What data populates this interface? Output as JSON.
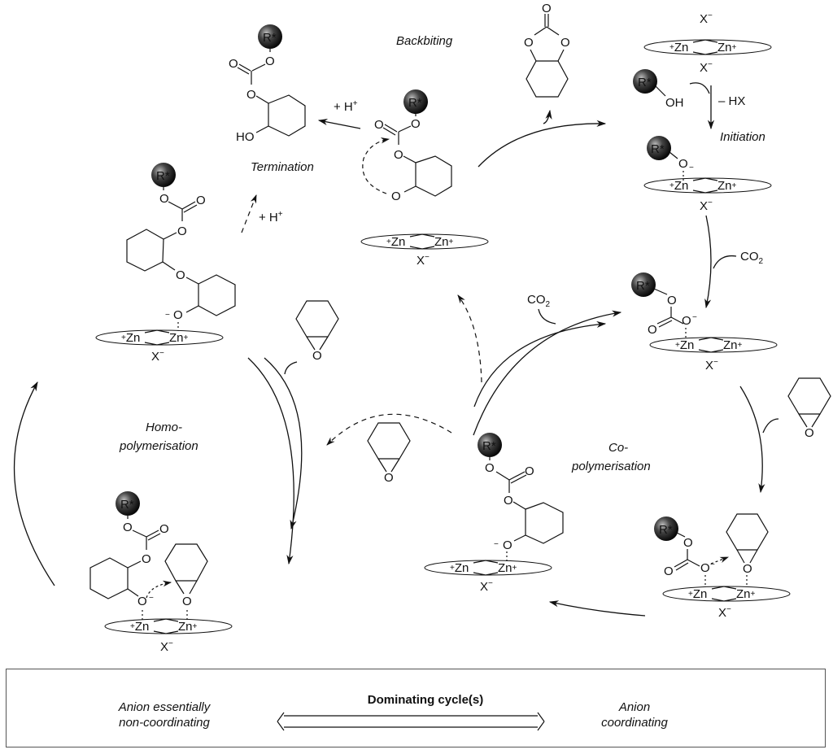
{
  "diagram": {
    "type": "catalytic cycle scheme",
    "labels": {
      "backbiting": "Backbiting",
      "termination": "Termination",
      "initiation": "Initiation",
      "homopolymerisation_line1": "Homo-",
      "homopolymerisation_line2": "polymerisation",
      "copolymerisation_line1": "Co-",
      "copolymerisation_line2": "polymerisation"
    },
    "reagents": {
      "plus_h": "+ H",
      "h_sup": "+",
      "minus_hx": "– HX",
      "co2": "CO",
      "co2_sub": "2"
    },
    "atoms": {
      "zn": "Zn",
      "x_anion": "X",
      "minus": "−",
      "plus": "+",
      "o": "O",
      "oh": "OH",
      "ho": "HO",
      "r_star": "R*"
    }
  },
  "legend": {
    "title": "Dominating cycle(s)",
    "left_line1": "Anion essentially",
    "left_line2": "non-coordinating",
    "right_line1": "Anion",
    "right_line2": "coordinating"
  }
}
